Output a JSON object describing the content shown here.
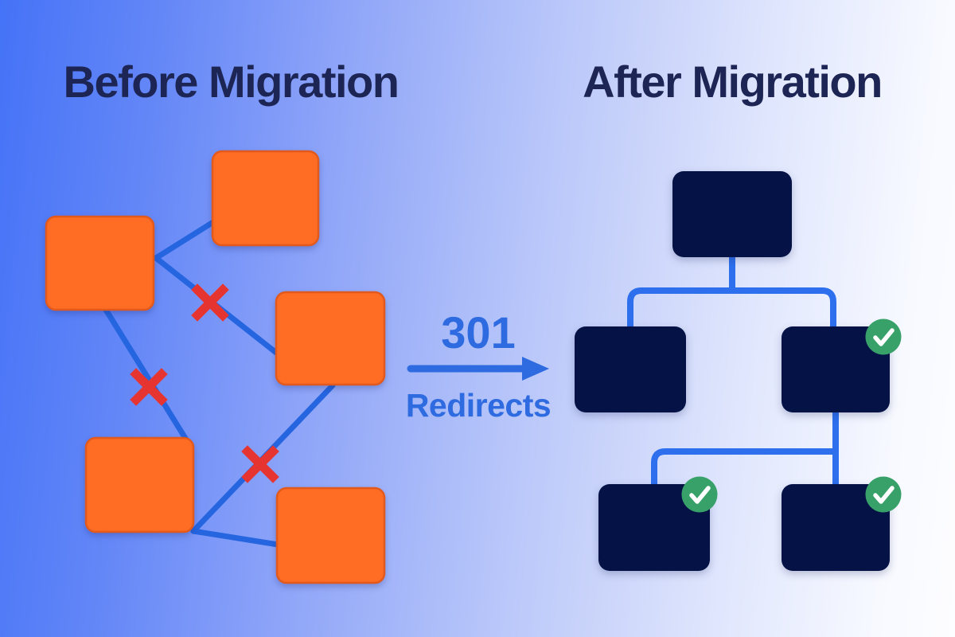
{
  "diagram": {
    "before": {
      "title": "Before Migration",
      "page_count": 5,
      "broken_link_count": 3,
      "page_color": "#ff6c23",
      "page_border_color": "#e2591d",
      "link_color": "#2565e0",
      "broken_mark_color": "#e63531"
    },
    "after": {
      "title": "After Migration",
      "page_count": 5,
      "verified_page_count": 3,
      "page_color": "#041245",
      "link_color": "#2e6fee",
      "check_color": "#38a169",
      "check_mark_color": "#ffffff"
    },
    "redirect": {
      "code": "301",
      "label": "Redirects",
      "text_color": "#2e6be0"
    },
    "title_color": "#1d2554",
    "background": {
      "left_color": "#4573f7",
      "right_color": "#fdfdff"
    }
  }
}
